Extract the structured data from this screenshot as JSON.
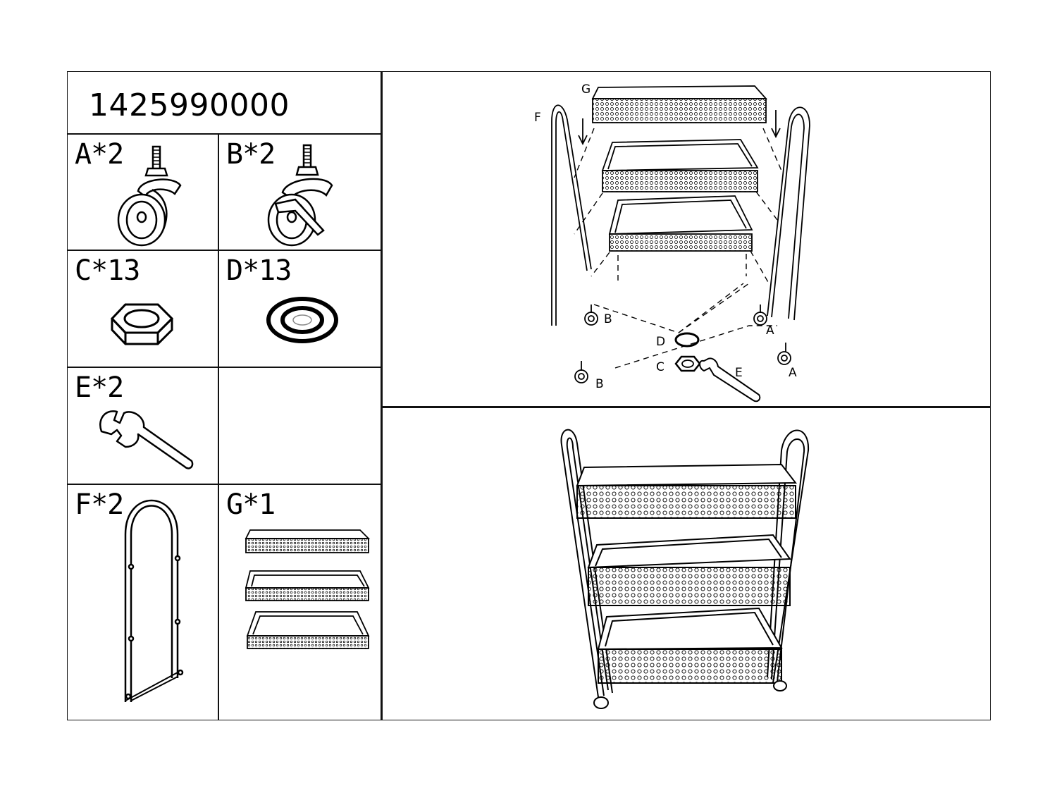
{
  "model_number": "1425990000",
  "parts": [
    {
      "letter": "A",
      "label": "A*2",
      "icon": "caster-wheel-icon"
    },
    {
      "letter": "B",
      "label": "B*2",
      "icon": "locking-caster-wheel-icon"
    },
    {
      "letter": "C",
      "label": "C*13",
      "icon": "hex-nut-icon"
    },
    {
      "letter": "D",
      "label": "D*13",
      "icon": "washer-icon"
    },
    {
      "letter": "E",
      "label": "E*2",
      "icon": "wrench-icon"
    },
    {
      "letter": "F",
      "label": "F*2",
      "icon": "side-frame-icon"
    },
    {
      "letter": "G",
      "label": "G*1",
      "icon": "basket-set-icon"
    }
  ],
  "exploded_view": {
    "callouts": [
      "G",
      "F",
      "B",
      "A",
      "D",
      "C",
      "E",
      "B",
      "A"
    ]
  },
  "assembled_view": {
    "icon": "assembled-cart-icon"
  }
}
